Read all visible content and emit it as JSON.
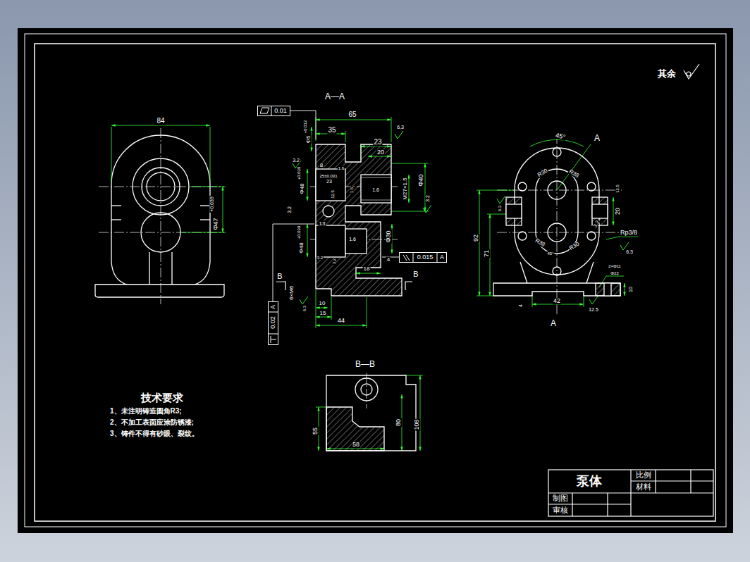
{
  "diagram": {
    "nodes": [
      {
        "text": [
          "泵体"
        ]
      },
      {
        "text": [
          "比例"
        ]
      },
      {
        "text": [
          "材料"
        ]
      },
      {
        "text": [
          "制图"
        ]
      },
      {
        "text": [
          "审核"
        ]
      },
      {
        "text": [
          "0.01"
        ]
      },
      {
        "text": [
          "0.015",
          "A"
        ]
      },
      {
        "text": [
          "0.02",
          "A"
        ]
      }
    ],
    "labels": [
      "其余",
      "84",
      "Φ47",
      "+0.039",
      "A—A",
      "65",
      "35",
      "23",
      "20",
      "Φ5",
      "+0.012",
      "3.2",
      "8",
      "1.6",
      "25±0.031",
      "Φ48",
      "+0.039",
      "23",
      "12.5",
      "1.6",
      "1.6",
      "M27×1.5",
      "Φ40",
      "3.2",
      "3.2",
      "13",
      "Φ48",
      "+0.039",
      "1.6",
      "Φ30",
      "3.2",
      "3.2",
      "18",
      "4",
      "B",
      "B",
      "6×M6",
      "6.3",
      "10",
      "15",
      "44",
      "6.3",
      "45°",
      "A",
      "R30",
      "R38",
      "R38",
      "R30",
      "45°",
      "92",
      "71",
      "6.3",
      "12.5",
      "20",
      "Rp3/8",
      "6.3",
      "2×Φ11",
      "Φ22",
      "10",
      "4",
      "42",
      "12.5",
      "A",
      "3.2",
      "B—B",
      "80",
      "108",
      "55",
      "58",
      "技术要求",
      "1、未注明铸造圆角R3;",
      "2、不加工表面应涂防锈漆;",
      "3、铸件不得有砂眼、裂纹。"
    ]
  }
}
